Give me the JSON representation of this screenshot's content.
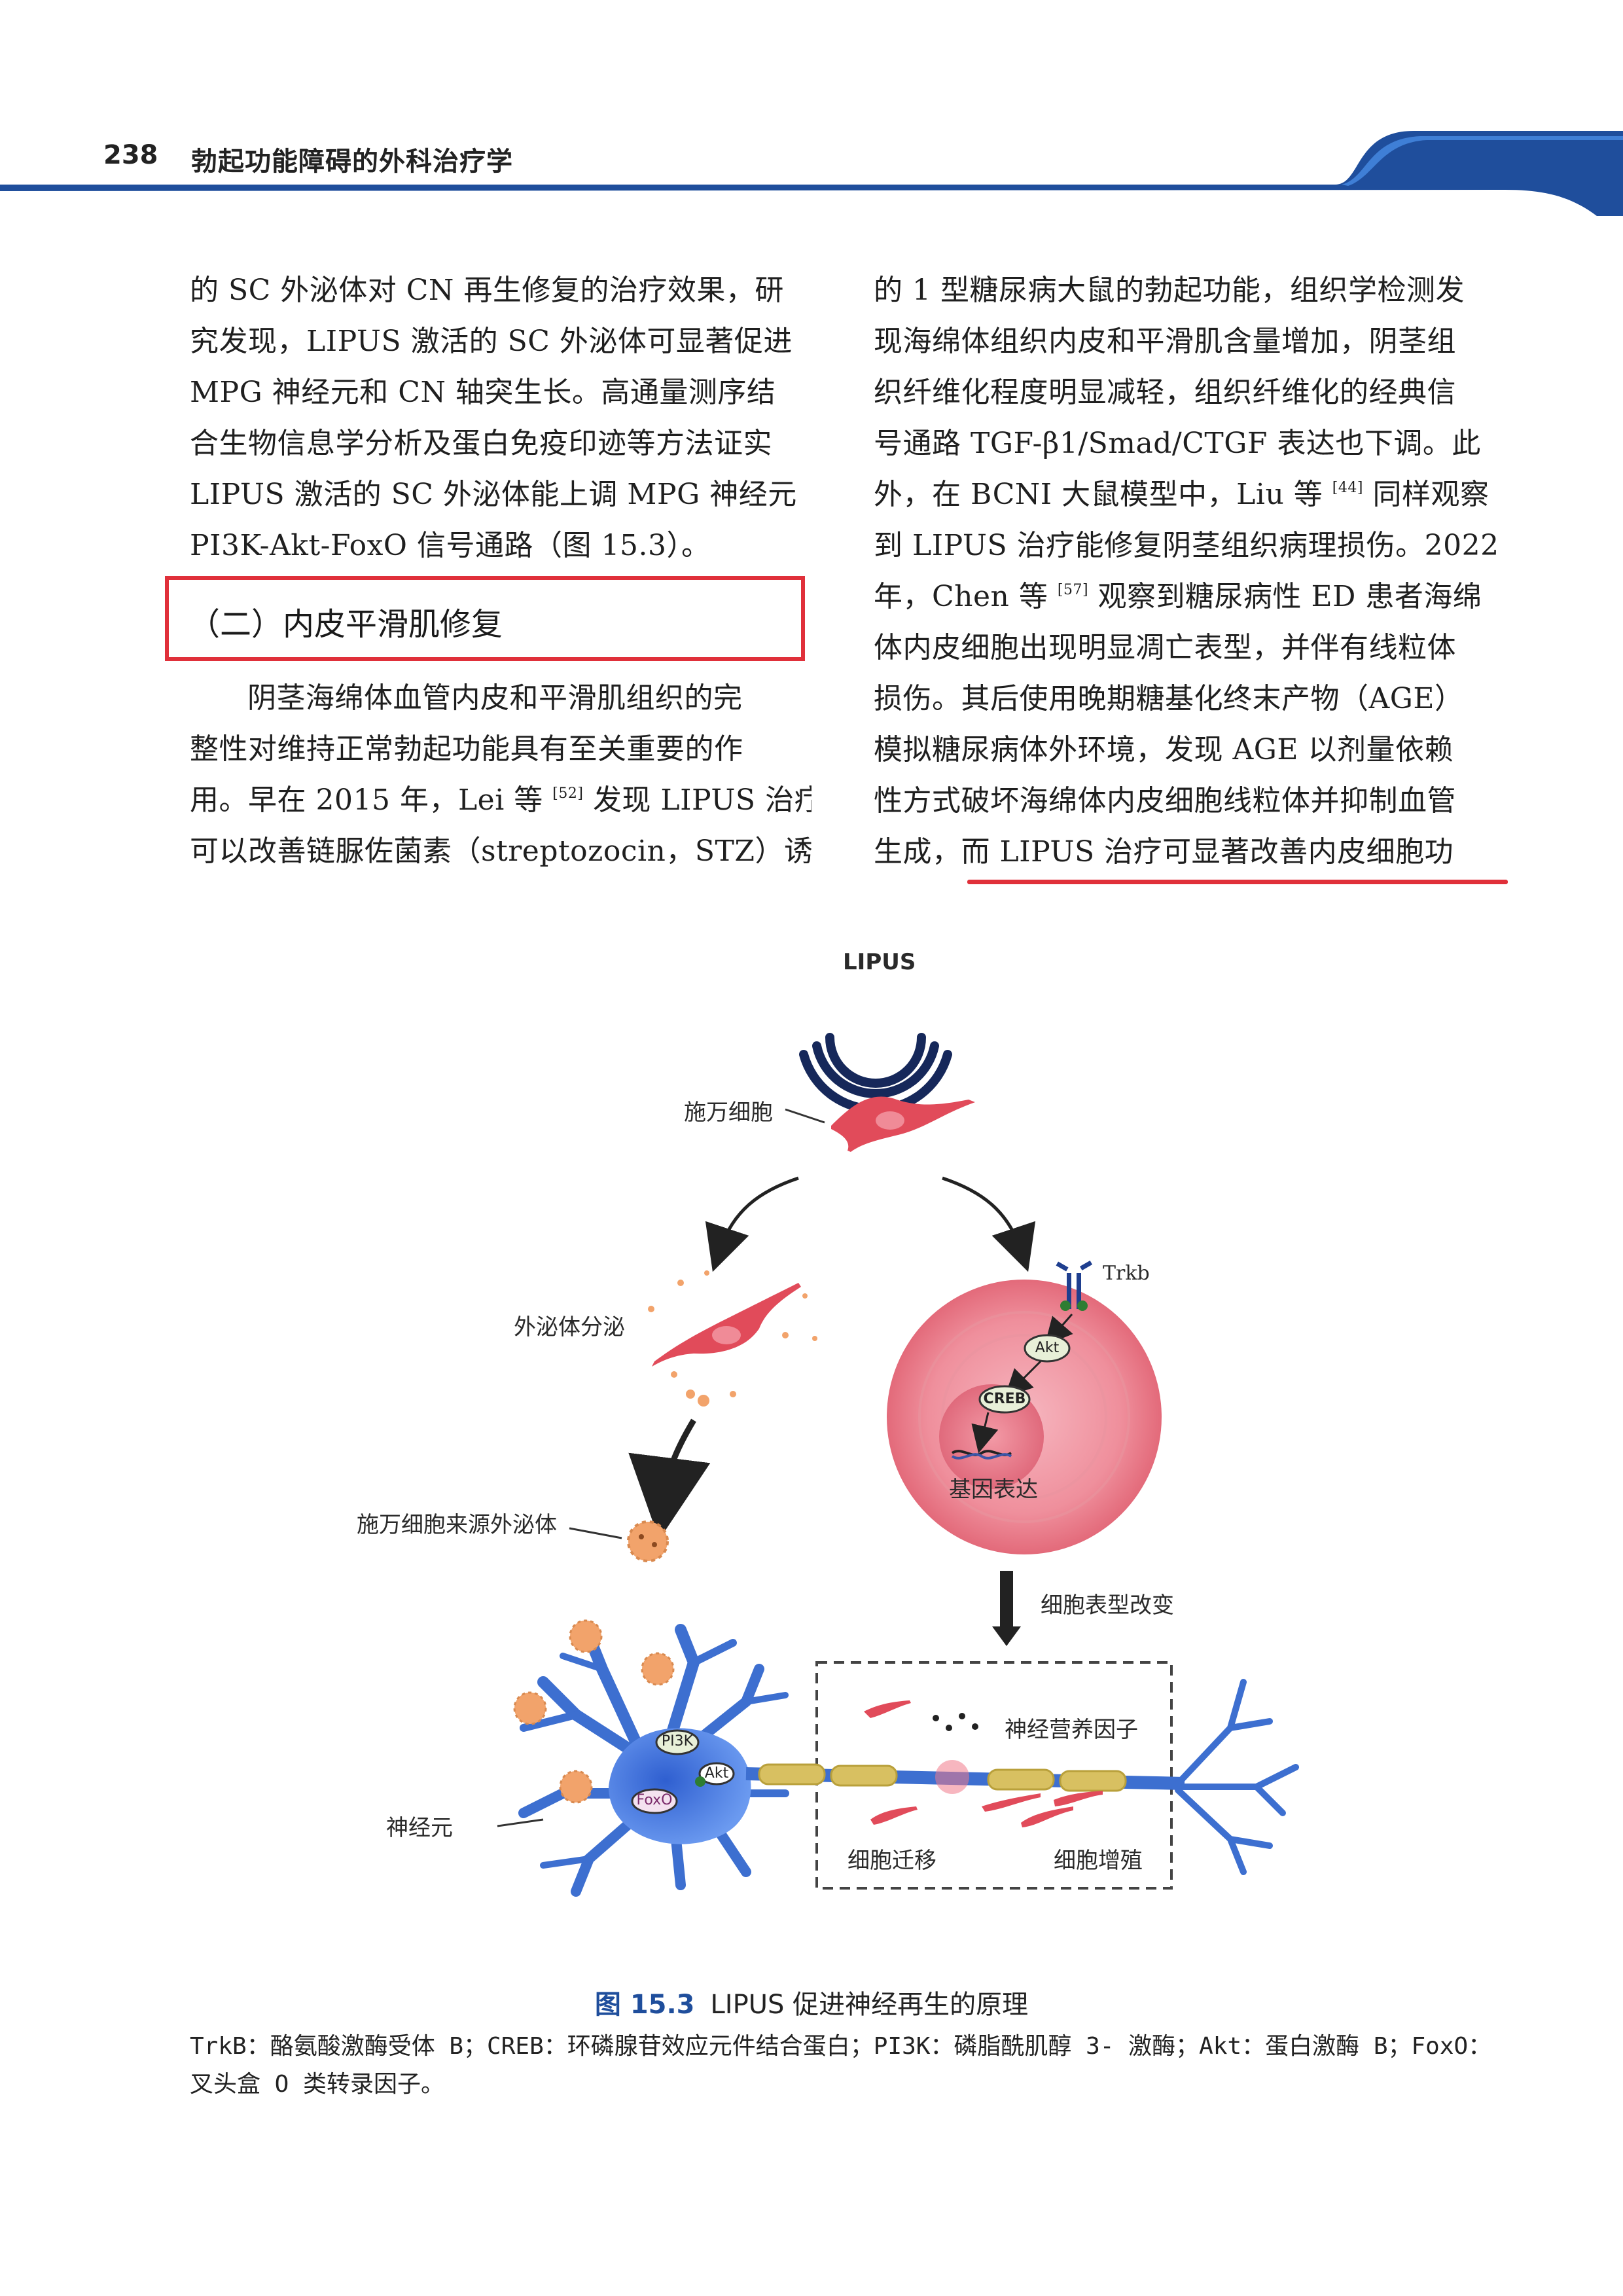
{
  "header": {
    "page_number": "238",
    "running_title": "勃起功能障碍的外科治疗学"
  },
  "left_column": {
    "paragraph1_lines": [
      "的 SC 外泌体对 CN 再生修复的治疗效果，研",
      "究发现，LIPUS 激活的 SC 外泌体可显著促进",
      "MPG 神经元和 CN 轴突生长。高通量测序结",
      "合生物信息学分析及蛋白免疫印迹等方法证实",
      "LIPUS 激活的 SC 外泌体能上调 MPG 神经元",
      "PI3K-Akt-FoxO 信号通路（图 15.3）。"
    ],
    "section_heading": "（二）内皮平滑肌修复",
    "paragraph2": {
      "line1": "阴茎海绵体血管内皮和平滑肌组织的完",
      "line2": "整性对维持正常勃起功能具有至关重要的作",
      "line3_before": "用。早在 2015 年，Lei 等",
      "line3_ref": "[52]",
      "line3_after": "发现 LIPUS 治疗",
      "line4": "可以改善链脲佐菌素（streptozocin，STZ）诱导"
    }
  },
  "right_column": {
    "l1": "的 1 型糖尿病大鼠的勃起功能，组织学检测发",
    "l2": "现海绵体组织内皮和平滑肌含量增加，阴茎组",
    "l3": "织纤维化程度明显减轻，组织纤维化的经典信",
    "l4": "号通路 TGF-β1/Smad/CTGF 表达也下调。此",
    "l5_before": "外，在 BCNI 大鼠模型中，Liu 等",
    "l5_ref": "[44]",
    "l5_after": "同样观察",
    "l6": "到 LIPUS 治疗能修复阴茎组织病理损伤。2022",
    "l7_before": "年，Chen 等",
    "l7_ref": "[57]",
    "l7_after": "观察到糖尿病性 ED 患者海绵",
    "l8": "体内皮细胞出现明显凋亡表型，并伴有线粒体",
    "l9": "损伤。其后使用晚期糖基化终末产物（AGE）",
    "l10": "模拟糖尿病体外环境，发现 AGE 以剂量依赖",
    "l11": "性方式破坏海绵体内皮细胞线粒体并抑制血管",
    "l12": "生成，而 LIPUS 治疗可显著改善内皮细胞功"
  },
  "figure": {
    "lipus_label": "LIPUS",
    "schwann_cell_label": "施万细胞",
    "exosome_secretion_label": "外泌体分泌",
    "sc_exosome_label": "施万细胞来源外泌体",
    "neuron_label": "神经元",
    "trkb_label": "Trkb",
    "akt_label": "Akt",
    "creb_label": "CREB",
    "gene_expression_label": "基因表达",
    "phenotype_change_label": "细胞表型改变",
    "neurotrophic_label": "神经营养因子",
    "migration_label": "细胞迁移",
    "proliferation_label": "细胞增殖",
    "pi3k_label": "PI3K",
    "akt_label_neuron": "Akt",
    "foxo_label": "FoxO"
  },
  "caption": {
    "figure_number": "图 15.3",
    "title": "LIPUS 促进神经再生的原理",
    "note": "TrkB：酪氨酸激酶受体 B；CREB：环磷腺苷效应元件结合蛋白；PI3K：磷脂酰肌醇 3- 激酶；Akt：蛋白激酶 B；FoxO：叉头盒 O 类转录因子。"
  },
  "colors": {
    "header_blue": "#1f4e9c",
    "highlight_red": "#e0303a",
    "cell_red": "#e14b5a",
    "neuron_blue": "#3d6fd0",
    "myelin_gold": "#d8c061"
  }
}
